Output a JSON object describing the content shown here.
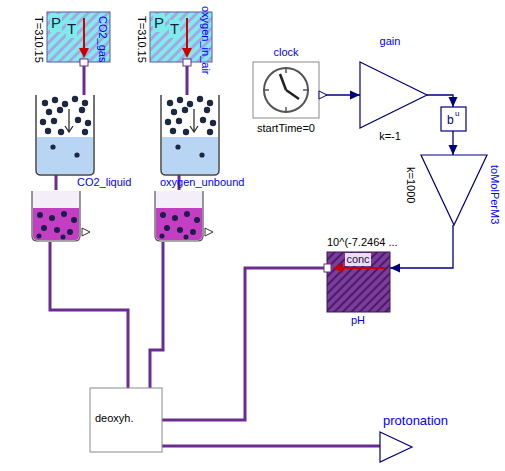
{
  "diagram": {
    "nodes": [
      {
        "text": [
          "P",
          "T",
          "T=310.15",
          "CO2_gas"
        ]
      },
      {
        "text": [
          "P",
          "T",
          "T=310.15",
          "oxygen_in_air"
        ]
      },
      {
        "text": [
          "clock",
          "startTime=0"
        ]
      },
      {
        "text": [
          "gain",
          "k=-1"
        ]
      },
      {
        "text": [
          "b",
          "u"
        ]
      },
      {
        "text": [
          "CO2_liquid"
        ]
      },
      {
        "text": [
          "oxygen_unbound"
        ]
      },
      {
        "text": [
          "toMolPerM3",
          "k=1000"
        ]
      },
      {
        "text": [
          "10^(-7.2464 ...",
          "conc",
          "pH"
        ]
      },
      {
        "text": [
          "deoxyh."
        ]
      },
      {
        "text": [
          "protonation"
        ]
      }
    ],
    "edges": [
      {
        "from": 0,
        "to": 5,
        "arrow": "none"
      },
      {
        "from": 1,
        "to": 6,
        "arrow": "none"
      },
      {
        "from": 2,
        "to": 3,
        "arrow": "to"
      },
      {
        "from": 3,
        "to": 4,
        "arrow": "to"
      },
      {
        "from": 4,
        "to": 7,
        "arrow": "to"
      },
      {
        "from": 7,
        "to": 8,
        "arrow": "to"
      },
      {
        "from": 8,
        "to": 9,
        "arrow": "none"
      },
      {
        "from": 5,
        "to": 9,
        "arrow": "none"
      },
      {
        "from": 6,
        "to": 9,
        "arrow": "none"
      },
      {
        "from": 9,
        "to": 10,
        "arrow": "none"
      }
    ]
  }
}
